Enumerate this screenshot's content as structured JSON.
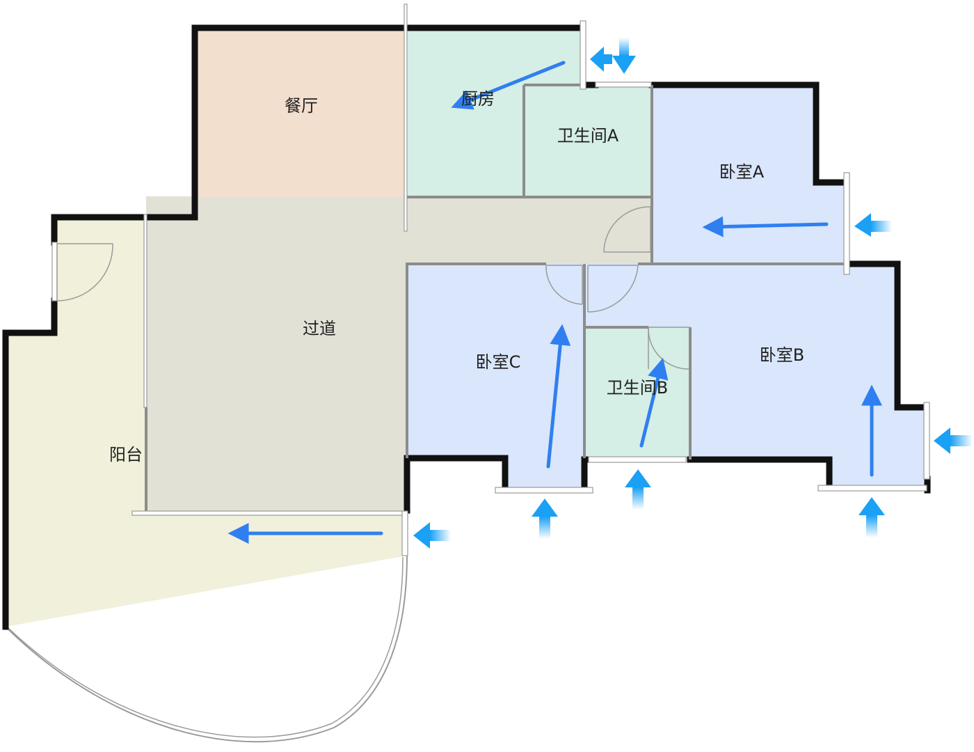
{
  "rooms": {
    "dining": "餐厅",
    "kitchen": "厨房",
    "bath_a": "卫生间A",
    "bedroom_a": "卧室A",
    "corridor": "过道",
    "bedroom_c": "卧室C",
    "bath_b": "卫生间B",
    "bedroom_b": "卧室B",
    "balcony": "阳台"
  },
  "colors": {
    "dining": "#f2dfce",
    "kitchen": "#d5eee6",
    "bath": "#d5eee6",
    "bedroom": "#d9e6fb",
    "corridor": "#e2e1d6",
    "balcony": "#f0f0db",
    "wall": "#111111",
    "partition": "#8c8c8c",
    "airflow": "#2f7ff0"
  },
  "icons": {
    "airflow_arrow": "arrow-icon",
    "wind_inlet": "wind-inlet-icon"
  }
}
